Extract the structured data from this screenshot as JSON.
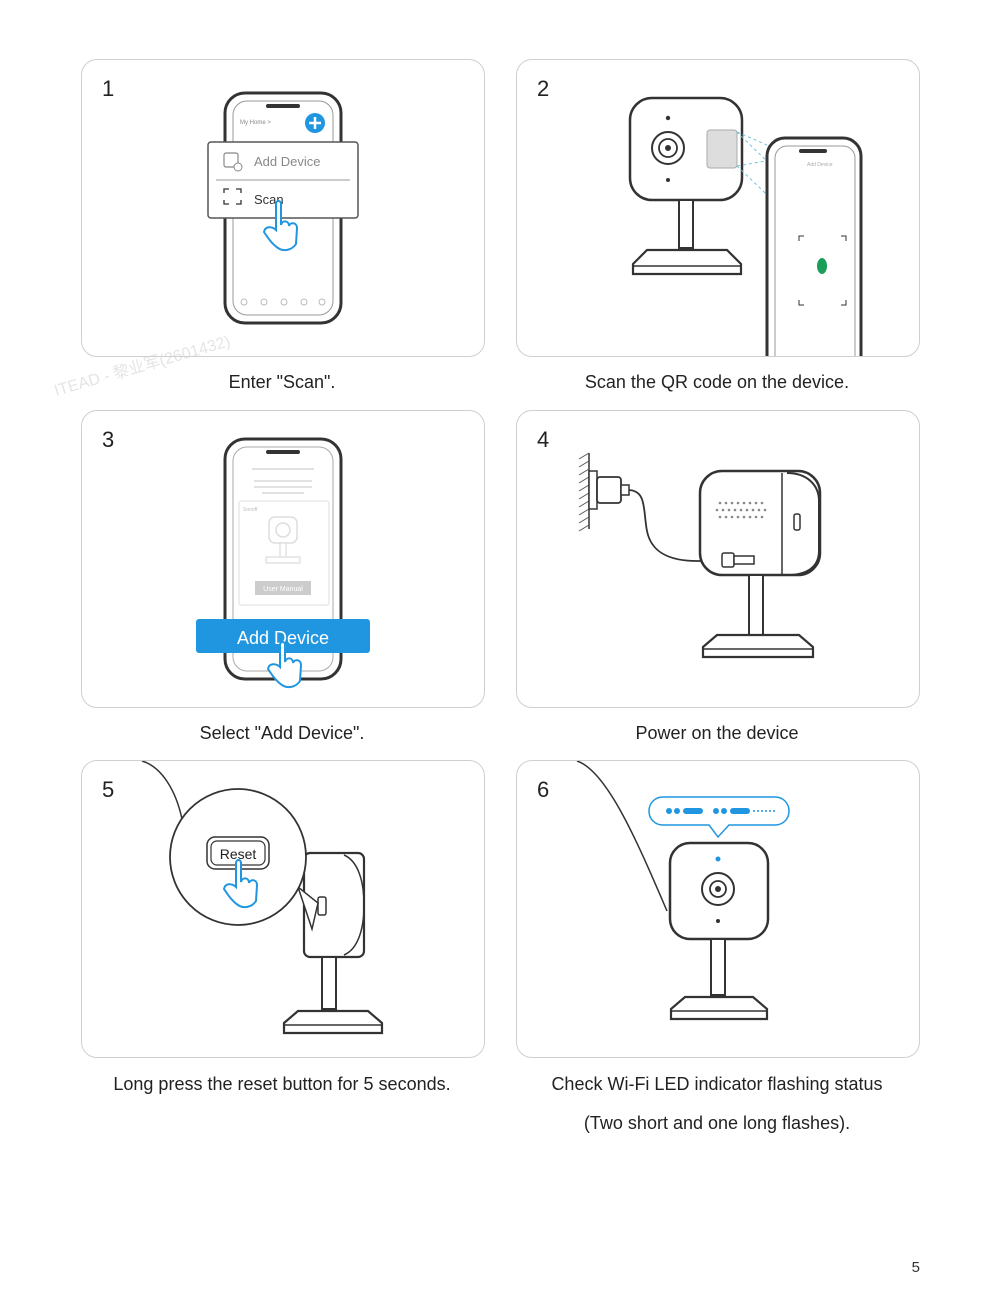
{
  "steps": [
    {
      "number": "1",
      "caption": "Enter \"Scan\".",
      "ui": {
        "home_label": "My Home >",
        "add_device_label": "Add Device",
        "scan_label": "Scan"
      }
    },
    {
      "number": "2",
      "caption": "Scan the QR code on the device.",
      "ui": {
        "screen_title": "Add Device"
      }
    },
    {
      "number": "3",
      "caption": "Select \"Add Device\".",
      "ui": {
        "brand_label": "Sonoff",
        "manual_label": "User Manual",
        "add_device_label": "Add Device"
      }
    },
    {
      "number": "4",
      "caption": "Power on the device"
    },
    {
      "number": "5",
      "caption": "Long press the reset button for 5 seconds.",
      "ui": {
        "reset_label": "Reset"
      }
    },
    {
      "number": "6",
      "caption_line1": "Check Wi-Fi LED indicator flashing status",
      "caption_line2": "(Two short and one long flashes)."
    }
  ],
  "watermark": "ITEAD - 黎业军(2601432)",
  "page_number": "5",
  "colors": {
    "accent": "#2196e0",
    "led_green": "#1a9e5a",
    "outline": "#333333"
  }
}
